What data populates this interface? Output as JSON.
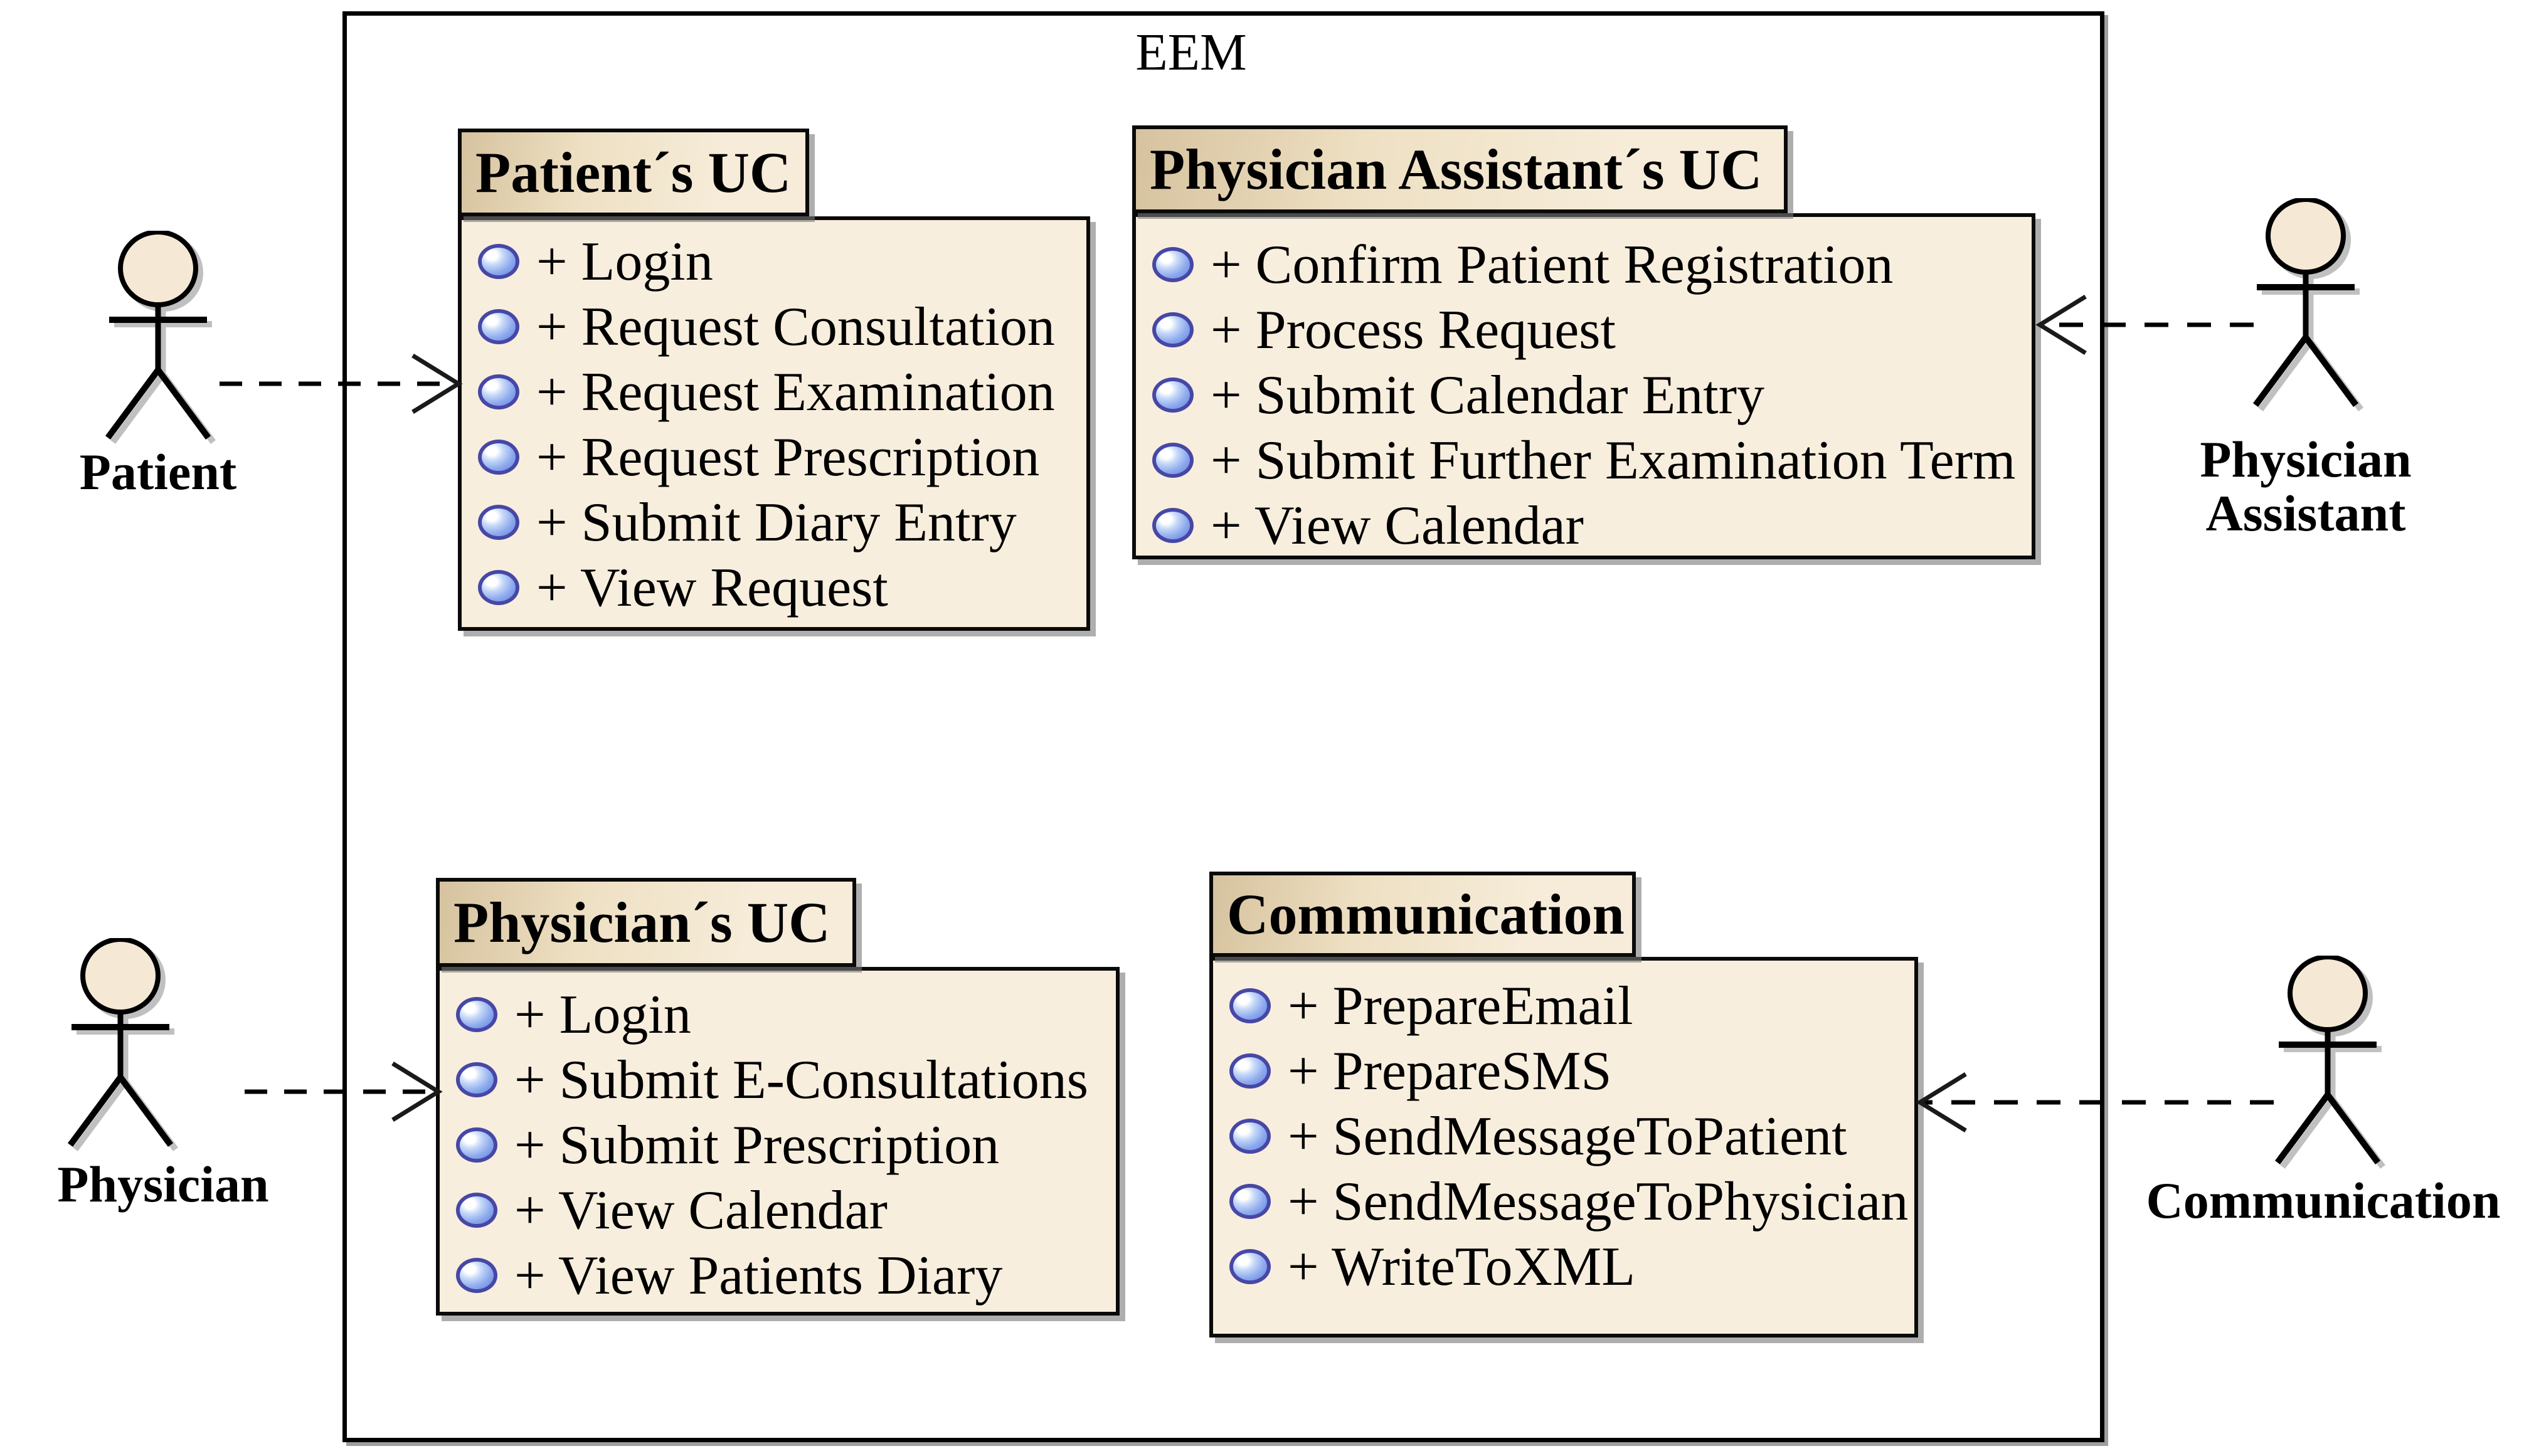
{
  "system": {
    "title": "EEM"
  },
  "packages": [
    {
      "name": "patient-uc",
      "title": "Patient´s UC",
      "items": [
        "+ Login",
        "+ Request Consultation",
        "+ Request Examination",
        "+ Request Prescription",
        "+ Submit Diary Entry",
        "+ View Request"
      ]
    },
    {
      "name": "physician-assistant-uc",
      "title": "Physician Assistant´s UC",
      "items": [
        "+ Confirm Patient Registration",
        "+ Process Request",
        "+ Submit Calendar Entry",
        "+ Submit Further Examination Term",
        "+ View Calendar"
      ]
    },
    {
      "name": "physician-uc",
      "title": "Physician´s UC",
      "items": [
        "+ Login",
        "+ Submit E-Consultations",
        "+ Submit Prescription",
        "+ View Calendar",
        "+ View Patients Diary"
      ]
    },
    {
      "name": "communication-pkg",
      "title": "Communication",
      "items": [
        "+ PrepareEmail",
        "+ PrepareSMS",
        "+ SendMessageToPatient",
        "+ SendMessageToPhysician",
        "+ WriteToXML"
      ]
    }
  ],
  "actors": [
    {
      "name": "patient",
      "label": "Patient"
    },
    {
      "name": "physician-assistant",
      "label_lines": [
        "Physician",
        "Assistant"
      ]
    },
    {
      "name": "physician",
      "label": "Physician"
    },
    {
      "name": "communication",
      "label": "Communication"
    }
  ],
  "icons": {
    "bullet": "sphere-bullet-icon",
    "actor": "stick-figure-icon",
    "arrow": "dashed-dependency-arrow"
  },
  "colors": {
    "package_fill": "#f8eedd",
    "tab_gradient_start": "#d6c29e",
    "tab_gradient_end": "#f6ecd9",
    "border": "#000000",
    "shadow": "#8c8c8c",
    "bullet_fill": "#7b97e8",
    "bullet_border": "#4747a6",
    "head_fill": "#f5e9d6",
    "text": "#000000"
  }
}
